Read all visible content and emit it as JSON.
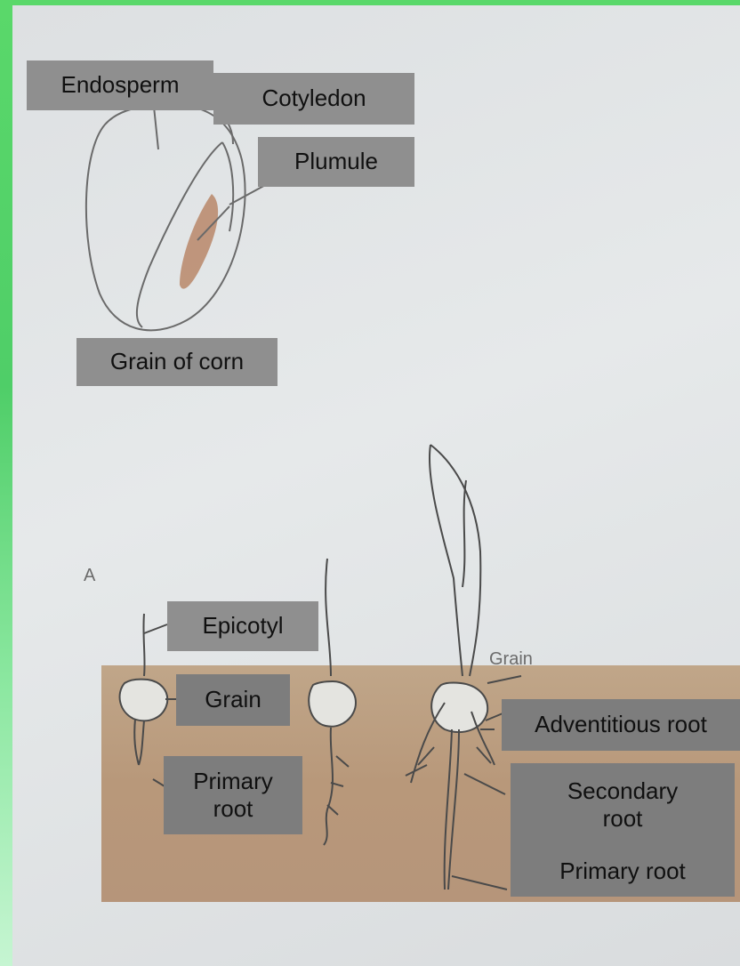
{
  "labels": {
    "endosperm": "Endosperm",
    "cotyledon": "Cotyledon",
    "plumule": "Plumule",
    "grain_of_corn": "Grain of corn",
    "epicotyl": "Epicotyl",
    "grain_box": "Grain",
    "primary_root_left": "Primary\nroot",
    "adventitious_root": "Adventitious root",
    "secondary_root": "Secondary\nroot",
    "primary_root_right": "Primary root"
  },
  "printed": {
    "figure_letter": "A",
    "grain_print": "Grain"
  },
  "colors": {
    "border_green": "#5bd45f",
    "soil": "#b8987a",
    "label_gray": "#8f8f8f"
  }
}
